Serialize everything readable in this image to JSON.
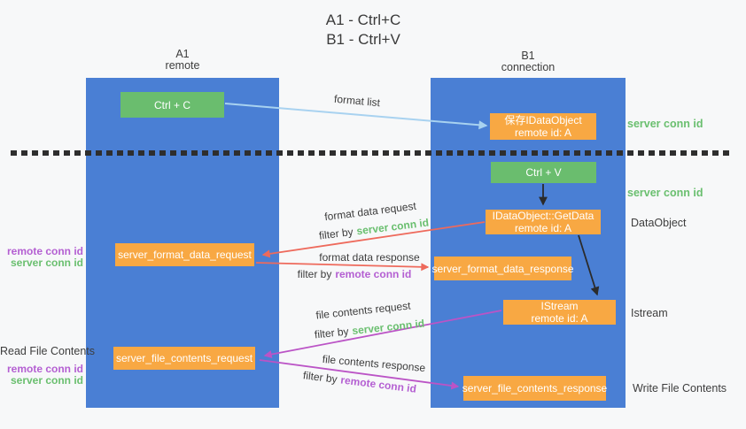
{
  "title": {
    "line1": "A1 - Ctrl+C",
    "line2": "B1 - Ctrl+V"
  },
  "columns": {
    "a1": {
      "name": "A1",
      "subtitle": "remote"
    },
    "b1": {
      "name": "B1",
      "subtitle": "connection"
    }
  },
  "boxes": {
    "ctrl_c": "Ctrl + C",
    "ctrl_v": "Ctrl + V",
    "save_idataobject": {
      "line1": "保存IDataObject",
      "line2": "remote id: A"
    },
    "getdata": {
      "line1": "IDataObject::GetData",
      "line2": "remote id: A"
    },
    "istream": {
      "line1": "IStream",
      "line2": "remote id: A"
    },
    "format_request": "server_format_data_request",
    "format_response": "server_format_data_response",
    "file_request": "server_file_contents_request",
    "file_response": "server_file_contents_response"
  },
  "arrow_labels": {
    "format_list": "format list",
    "format_data_request": "format data request",
    "format_data_response": "format data response",
    "file_contents_request": "file contents request",
    "file_contents_response": "file contents response",
    "filter_by": "filter by",
    "server_conn_id": "server conn id",
    "remote_conn_id": "remote conn id"
  },
  "side_labels": {
    "server_conn_id_1": "server conn id",
    "server_conn_id_2": "server conn id",
    "dataobject": "DataObject",
    "istream": "Istream",
    "write_file_contents": "Write File Contents",
    "read_file_contents": "Read File Contents",
    "remote_conn_id": "remote conn id",
    "server_conn_id": "server conn id"
  },
  "colors": {
    "column_blue": "#4a7fd4",
    "box_green": "#6abd6e",
    "box_orange": "#f8a843",
    "arrow_red": "#ee6a5c",
    "arrow_purple": "#bb54c6",
    "arrow_light_blue": "#a8d2f0",
    "arrow_black": "#2b2b2b",
    "text_green": "#6abf6f",
    "text_purple": "#b45fd2",
    "text_dark": "#3d3d3d"
  }
}
